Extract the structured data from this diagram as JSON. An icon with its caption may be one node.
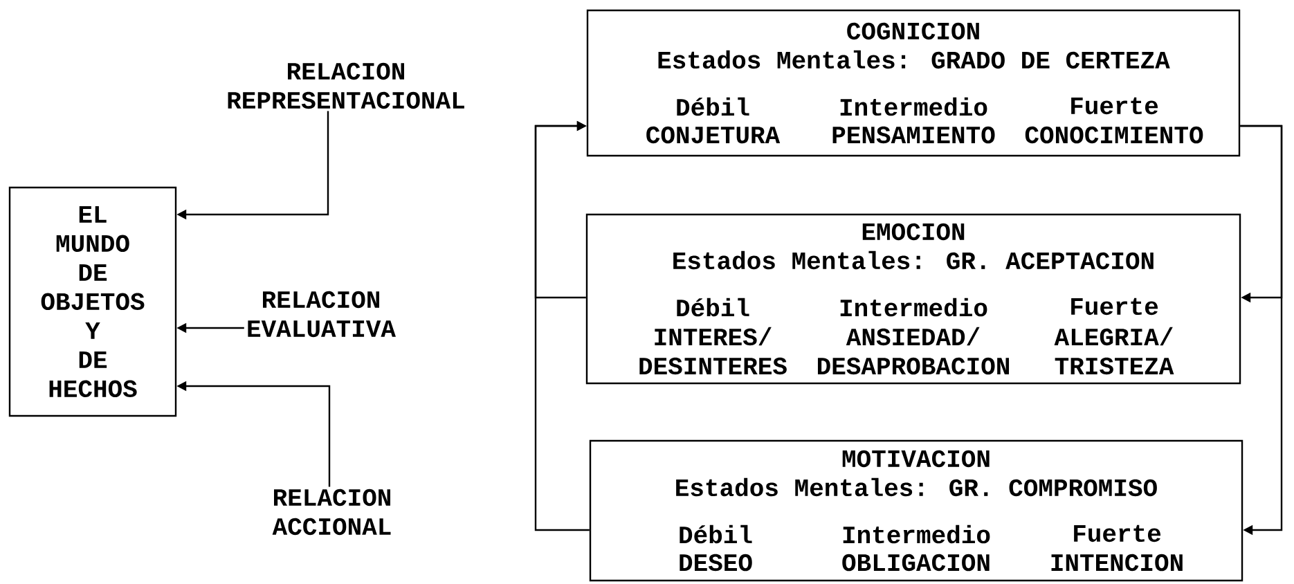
{
  "diagram": {
    "nodes": [
      {
        "text": [
          "EL MUNDO DE OBJETOS Y DE HECHOS"
        ]
      },
      {
        "text": [
          "RELACION REPRESENTACIONAL"
        ]
      },
      {
        "text": [
          "RELACION EVALUATIVA"
        ]
      },
      {
        "text": [
          "RELACION ACCIONAL"
        ]
      },
      {
        "text": [
          "COGNICION",
          "Estados Mentales: GRADO DE CERTEZA",
          "Débil",
          "Intermedio",
          "Fuerte",
          "CONJETURA",
          "PENSAMIENTO",
          "CONOCIMIENTO"
        ]
      },
      {
        "text": [
          "EMOCION",
          "Estados Mentales: GR. ACEPTACION",
          "Débil",
          "Intermedio",
          "Fuerte",
          "INTERES/ DESINTERES",
          "ANSIEDAD/ DESAPROBACION",
          "ALEGRIA/ TRISTEZA"
        ]
      },
      {
        "text": [
          "MOTIVACION",
          "Estados Mentales: GR. COMPROMISO",
          "Débil",
          "Intermedio",
          "Fuerte",
          "DESEO",
          "OBLIGACION",
          "INTENCION"
        ]
      }
    ],
    "edges": [
      {
        "from": 1,
        "to": 0,
        "arrow": "to"
      },
      {
        "from": 2,
        "to": 0,
        "arrow": "to"
      },
      {
        "from": 3,
        "to": 0,
        "arrow": "to"
      },
      {
        "from": 4,
        "to": 5,
        "arrow": "to"
      },
      {
        "from": 4,
        "to": 6,
        "arrow": "to"
      },
      {
        "from": 5,
        "to": 4,
        "arrow": "to"
      },
      {
        "from": 6,
        "to": 4,
        "arrow": "to"
      }
    ]
  }
}
